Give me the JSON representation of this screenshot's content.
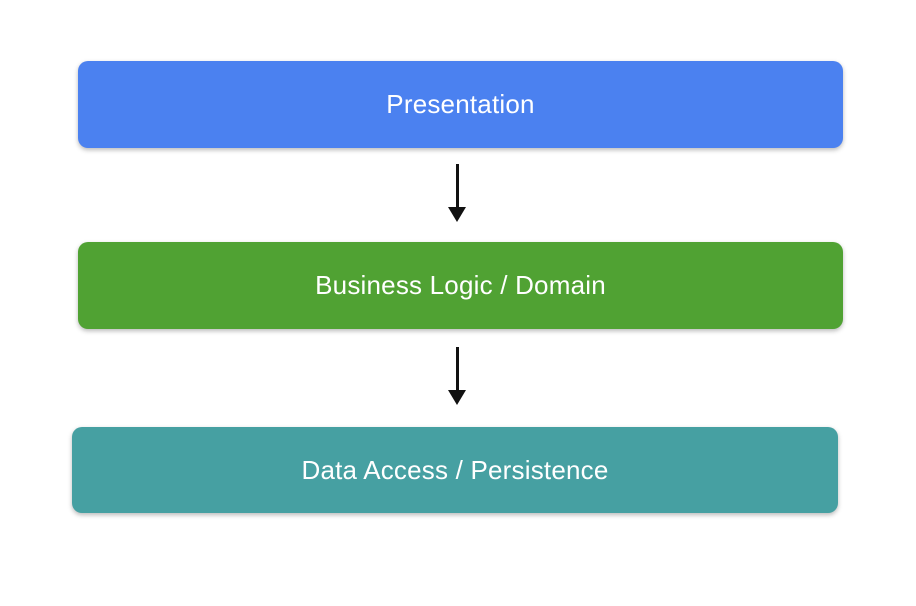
{
  "diagram": {
    "background_color": "#ffffff",
    "arrow_color": "#111111",
    "layers": [
      {
        "label": "Presentation",
        "color": "#4b81f0"
      },
      {
        "label": "Business Logic / Domain",
        "color": "#50a233"
      },
      {
        "label": "Data Access / Persistence",
        "color": "#46a0a2"
      }
    ]
  }
}
